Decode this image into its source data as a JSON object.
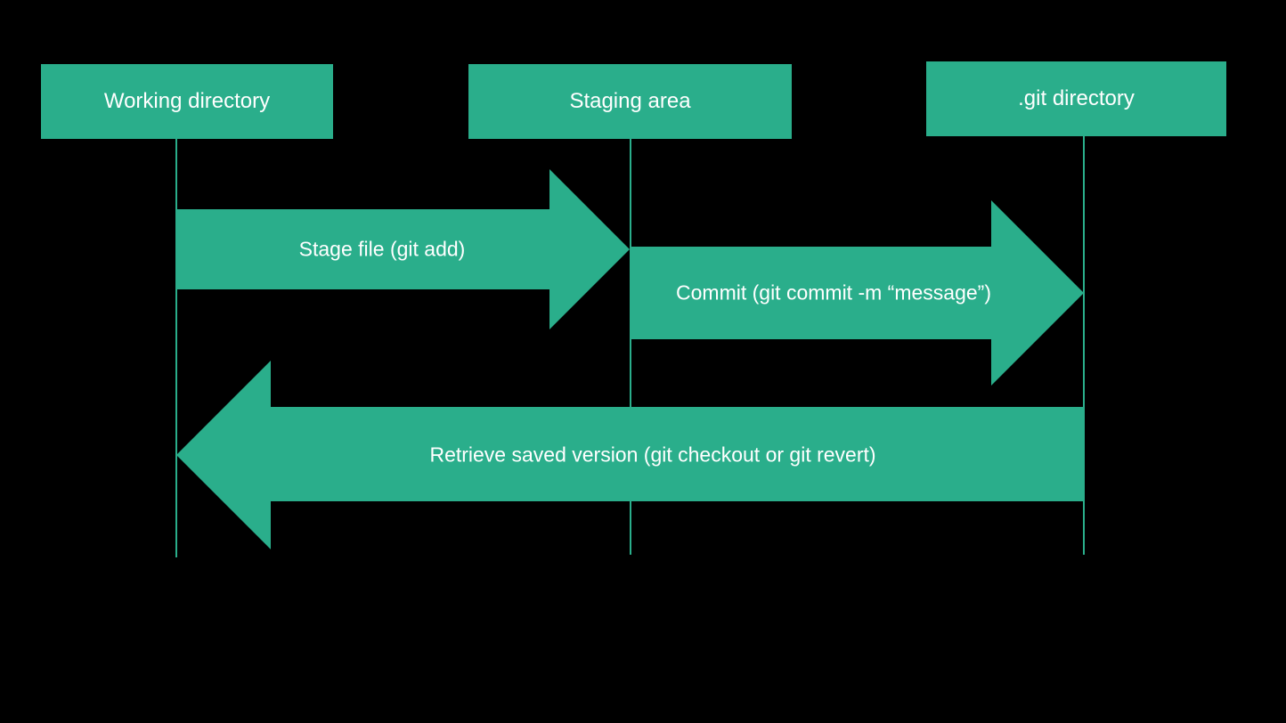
{
  "colors": {
    "background": "#000000",
    "accent": "#2aae8b",
    "text": "#ffffff"
  },
  "lanes": {
    "working": {
      "label": "Working directory"
    },
    "staging": {
      "label": "Staging area"
    },
    "git": {
      "label": ".git directory"
    }
  },
  "arrows": {
    "stage": {
      "label": "Stage file (git add)"
    },
    "commit": {
      "label": "Commit (git commit -m “message”)"
    },
    "retrieve": {
      "label": "Retrieve saved version (git checkout or git revert)"
    }
  }
}
